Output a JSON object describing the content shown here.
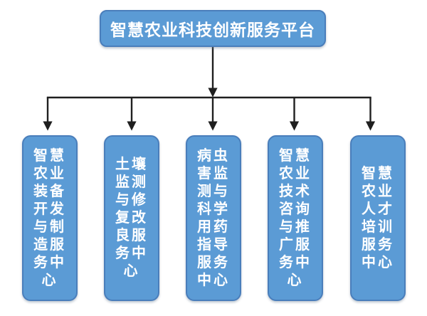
{
  "diagram": {
    "type": "org-chart",
    "root": {
      "label": "智慧农业科技创新服务平台"
    },
    "children": [
      {
        "label": "智慧农业装备开发与制造服务中心",
        "lines": [
          "智慧",
          "农业",
          "装备",
          "开发",
          "与制",
          "造服",
          "务中",
          "心"
        ]
      },
      {
        "label": "土壤监测与修复改良服务中心",
        "lines": [
          "土壤",
          "监测",
          "与修",
          "复改",
          "良服",
          "务中",
          "心"
        ]
      },
      {
        "label": "病虫害监测与科学用药指导服务中心",
        "lines": [
          "病虫",
          "害监",
          "测与",
          "科学",
          "用药",
          "指导",
          "服务",
          "中心"
        ]
      },
      {
        "label": "智慧农业技术咨询与推广服务中心",
        "lines": [
          "智慧",
          "农业",
          "技术",
          "咨询",
          "与推",
          "广服",
          "务中",
          "心"
        ]
      },
      {
        "label": "智慧农业人才培训服务中心",
        "lines": [
          "智慧",
          "农业",
          "人才",
          "培训",
          "服务",
          "中心"
        ]
      }
    ],
    "colors": {
      "node_fill": "#5b9bd5",
      "node_border": "#4a7ebb",
      "node_text": "#ffffff",
      "connector": "#1f1f1f",
      "background": "#ffffff"
    }
  }
}
